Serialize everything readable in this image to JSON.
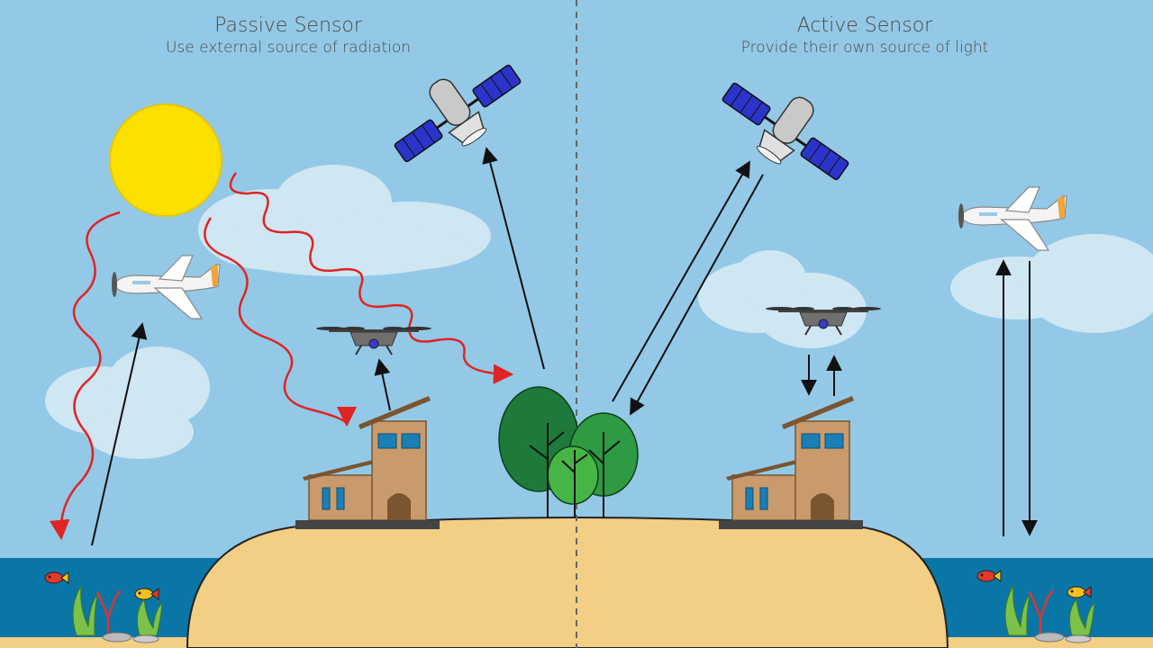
{
  "passive": {
    "title": "Passive Sensor",
    "subtitle": "Use external source of radiation"
  },
  "active": {
    "title": "Active Sensor",
    "subtitle": "Provide their own source of light"
  },
  "colors": {
    "sky": "#93c9e6",
    "sea": "#0a76a6",
    "sand": "#f3ce85",
    "sun": "#fbe000",
    "radiation": "#e02424",
    "arrow": "#111111",
    "satellite_panel": "#2b34c9",
    "house": "#c99a6b",
    "tree_dark": "#1e7a3a",
    "tree_light": "#46b545"
  },
  "icons": [
    "sun-icon",
    "satellite-icon",
    "airplane-icon",
    "drone-icon",
    "house-icon",
    "tree-icon",
    "cloud-icon",
    "fish-icon",
    "coral-icon"
  ]
}
